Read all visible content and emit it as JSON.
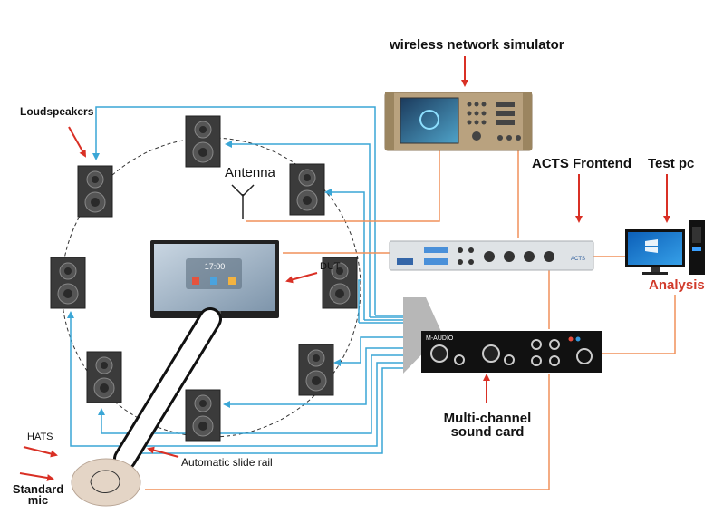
{
  "labels": {
    "simulator": "wireless network simulator",
    "loudspeakers": "Loudspeakers",
    "antenna": "Antenna",
    "acts_frontend": "ACTS Frontend",
    "test_pc": "Test pc",
    "analysis": "Analysis",
    "dut": "DUT",
    "sound_card_line1": "Multi-channel",
    "sound_card_line2": "sound card",
    "slide_rail": "Automatic slide rail",
    "hats": "HATS",
    "standard_mic_line1": "Standard",
    "standard_mic_line2": "mic"
  },
  "device_text": {
    "dut_time": "17:00",
    "sound_card_brand": "M-AUDIO",
    "frontend_brand": "ACTS"
  },
  "colors": {
    "blue_cable": "#3aa6d6",
    "orange_cable": "#f0915a",
    "arrow_red": "#d93025",
    "speaker_body": "#3b3b3b",
    "simulator_body": "#b9a27f",
    "frontend_body": "#dfe3e6",
    "soundcard_body": "#111111"
  }
}
